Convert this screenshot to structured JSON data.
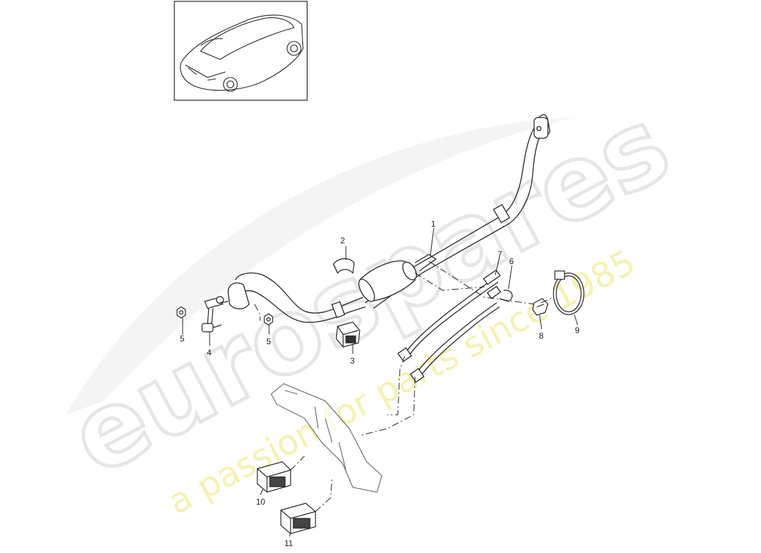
{
  "watermark": {
    "brand": "eurospares",
    "tagline": "a passion for parts since 1985",
    "brand_color": "#e9e9e9",
    "tagline_color": "#f3f0a8"
  },
  "thumbnail": {
    "icon": "car-icon"
  },
  "callouts": {
    "c1": "1",
    "c2": "2",
    "c3": "3",
    "c4": "4",
    "c5a": "5",
    "c5b": "5",
    "c6": "6",
    "c7": "7",
    "c8": "8",
    "c9": "9",
    "c10": "10",
    "c11": "11"
  }
}
